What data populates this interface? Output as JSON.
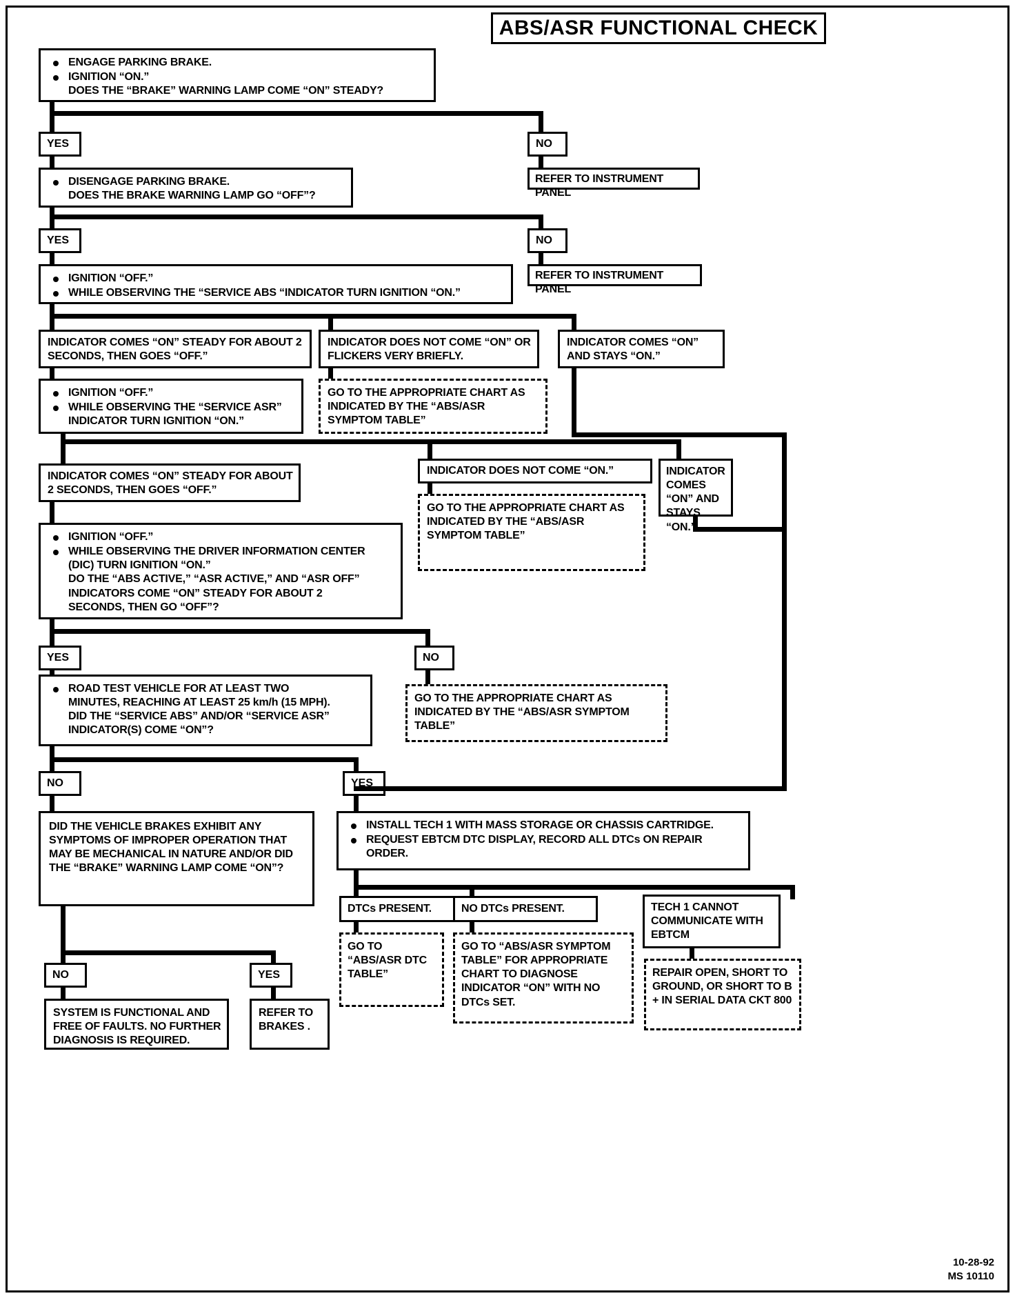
{
  "title": "ABS/ASR FUNCTIONAL CHECK",
  "nodes": {
    "step1": {
      "lines": [
        "ENGAGE PARKING BRAKE.",
        "IGNITION “ON.”",
        "DOES THE “BRAKE” WARNING LAMP COME “ON” STEADY?"
      ]
    },
    "yes1": "YES",
    "no1": "NO",
    "refer1": "REFER TO INSTRUMENT PANEL",
    "step2": {
      "lines": [
        "DISENGAGE PARKING BRAKE.",
        "DOES THE BRAKE WARNING LAMP GO “OFF”?"
      ]
    },
    "yes2": "YES",
    "no2": "NO",
    "refer2": "REFER TO  INSTRUMENT PANEL",
    "step3": {
      "lines": [
        "IGNITION “OFF.”",
        "WHILE OBSERVING THE “SERVICE ABS “INDICATOR TURN IGNITION “ON.”"
      ]
    },
    "abs_ok": "INDICATOR COMES “ON” STEADY FOR ABOUT 2 SECONDS, THEN GOES “OFF.”",
    "abs_none": "INDICATOR DOES NOT COME “ON” OR FLICKERS VERY BRIEFLY.",
    "abs_stays": "INDICATOR COMES “ON” AND STAYS “ON.”",
    "goto_symptom_1": "GO TO THE APPROPRIATE CHART AS INDICATED BY THE “ABS/ASR SYMPTOM TABLE”",
    "step4": {
      "lines": [
        "IGNITION “OFF.”",
        "WHILE OBSERVING THE “SERVICE ASR”",
        "INDICATOR TURN IGNITION “ON.”"
      ]
    },
    "asr_ok": "INDICATOR COMES “ON” STEADY FOR ABOUT 2 SECONDS, THEN GOES “OFF.”",
    "asr_none": "INDICATOR DOES NOT COME “ON.”",
    "asr_stays": "INDICATOR COMES “ON” AND STAYS “ON.”",
    "goto_symptom_2": "GO TO THE APPROPRIATE CHART AS INDICATED BY THE “ABS/ASR SYMPTOM TABLE”",
    "step5": {
      "lines": [
        "IGNITION “OFF.”",
        "WHILE OBSERVING THE DRIVER INFORMATION CENTER",
        "(DIC) TURN IGNITION “ON.”",
        "DO THE “ABS ACTIVE,” “ASR ACTIVE,” AND “ASR OFF”",
        "INDICATORS COME “ON” STEADY FOR ABOUT 2",
        "SECONDS, THEN GO “OFF”?"
      ]
    },
    "yes5": "YES",
    "no5": "NO",
    "goto_symptom_3": "GO TO THE APPROPRIATE CHART AS INDICATED BY THE “ABS/ASR SYMPTOM TABLE”",
    "roadtest": {
      "lines": [
        "ROAD TEST VEHICLE FOR AT LEAST TWO",
        "MINUTES, REACHING AT LEAST 25 km/h (15 MPH).",
        "DID THE “SERVICE ABS” AND/OR “SERVICE ASR”",
        "INDICATOR(S) COME “ON”?"
      ]
    },
    "no6": "NO",
    "yes6": "YES",
    "brakes_q": "DID THE VEHICLE BRAKES EXHIBIT ANY SYMPTOMS OF IMPROPER OPERATION THAT MAY BE MECHANICAL IN NATURE AND/OR DID THE “BRAKE” WARNING LAMP COME “ON”?",
    "tech1": {
      "lines": [
        "INSTALL TECH 1 WITH MASS STORAGE OR CHASSIS CARTRIDGE.",
        "REQUEST EBTCM DTC DISPLAY, RECORD ALL DTCs ON REPAIR",
        "ORDER."
      ]
    },
    "dtcs_present": "DTCs PRESENT.",
    "no_dtcs_present": "NO DTCs PRESENT.",
    "tech1_nocomm": "TECH 1 CANNOT COMMUNICATE WITH EBTCM",
    "goto_dtc_table": "GO TO “ABS/ASR DTC TABLE”",
    "goto_symptom_4": "GO TO “ABS/ASR SYMPTOM TABLE” FOR APPROPRIATE CHART TO DIAGNOSE INDICATOR “ON” WITH NO DTCs SET.",
    "repair_open": "REPAIR OPEN, SHORT TO GROUND, OR SHORT TO B + IN SERIAL DATA CKT 800",
    "no7": "NO",
    "yes7": "YES",
    "system_ok": "SYSTEM IS FUNCTIONAL AND FREE OF FAULTS.  NO FURTHER DIAGNOSIS IS REQUIRED.",
    "refer_brakes": "REFER TO BRAKES ."
  },
  "footer": {
    "date": "10-28-92",
    "code": "MS 10110"
  }
}
